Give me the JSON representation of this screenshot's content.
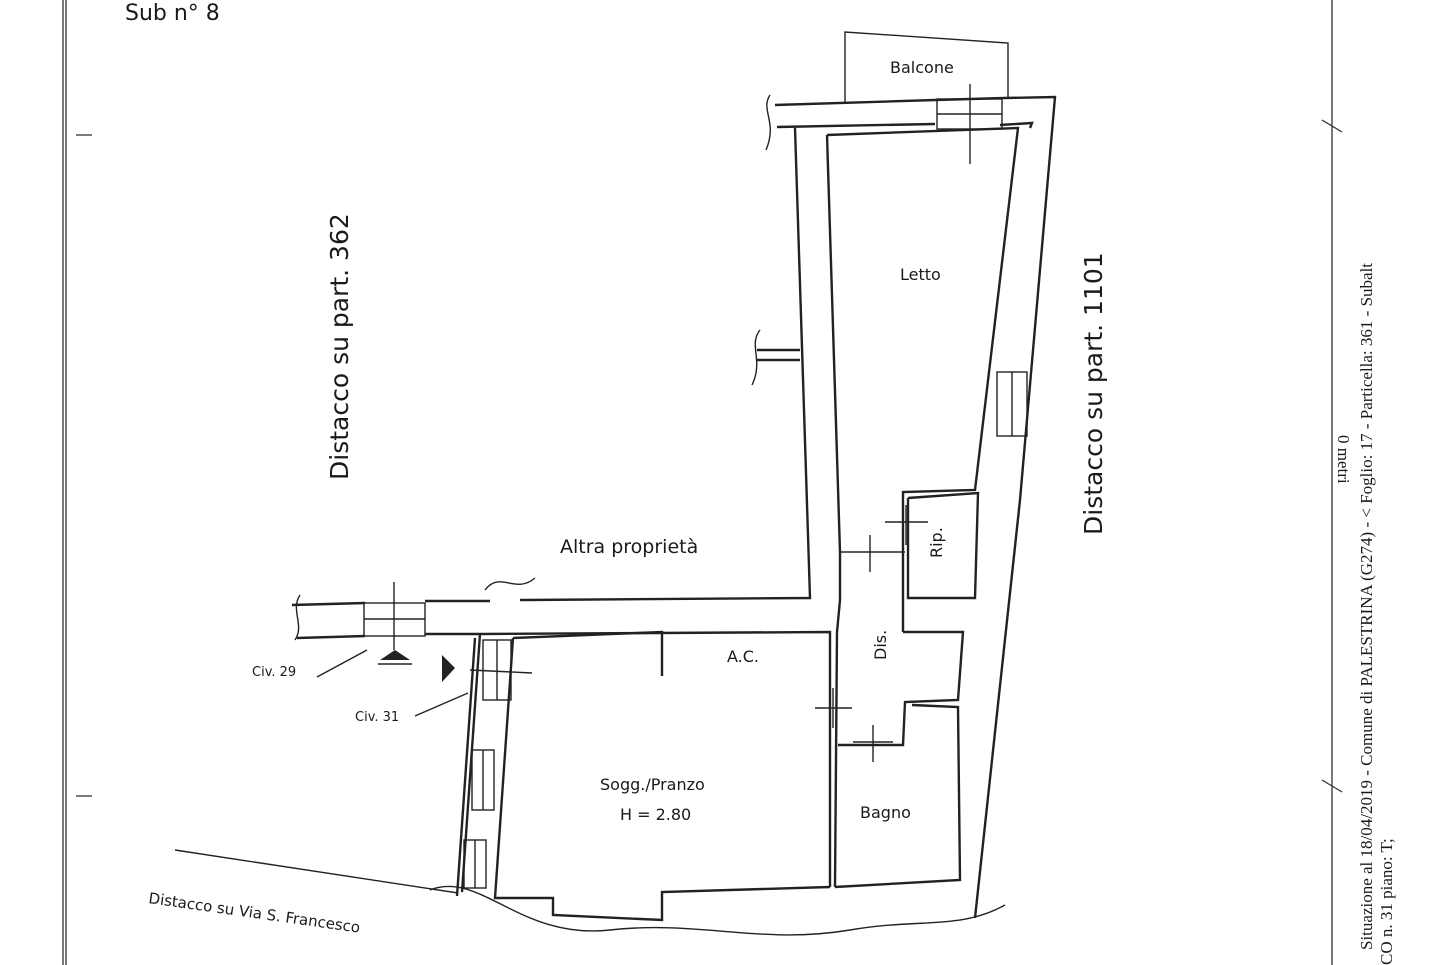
{
  "sheet": {
    "sub_label": "Sub n° 8",
    "side_note_1": "Situazione al 18/04/2019 - Comune di PALESTRINA (G274) - < Foglio: 17 - Particella: 361 - Subalt",
    "side_note_2": "CO n. 31 piano: T;",
    "side_note_3": "0 metri"
  },
  "labels": {
    "distacco_362": "Distacco su part. 362",
    "distacco_1101": "Distacco su part. 1101",
    "altra_proprieta": "Altra proprietà",
    "distacco_via": "Distacco su Via S. Francesco",
    "civ_29": "Civ. 29",
    "civ_31": "Civ. 31"
  },
  "rooms": {
    "balcone": "Balcone",
    "letto": "Letto",
    "rip": "Rip.",
    "dis": "Dis.",
    "ac": "A.C.",
    "soggiorno": "Sogg./Pranzo",
    "height": "H = 2.80",
    "bagno": "Bagno"
  }
}
